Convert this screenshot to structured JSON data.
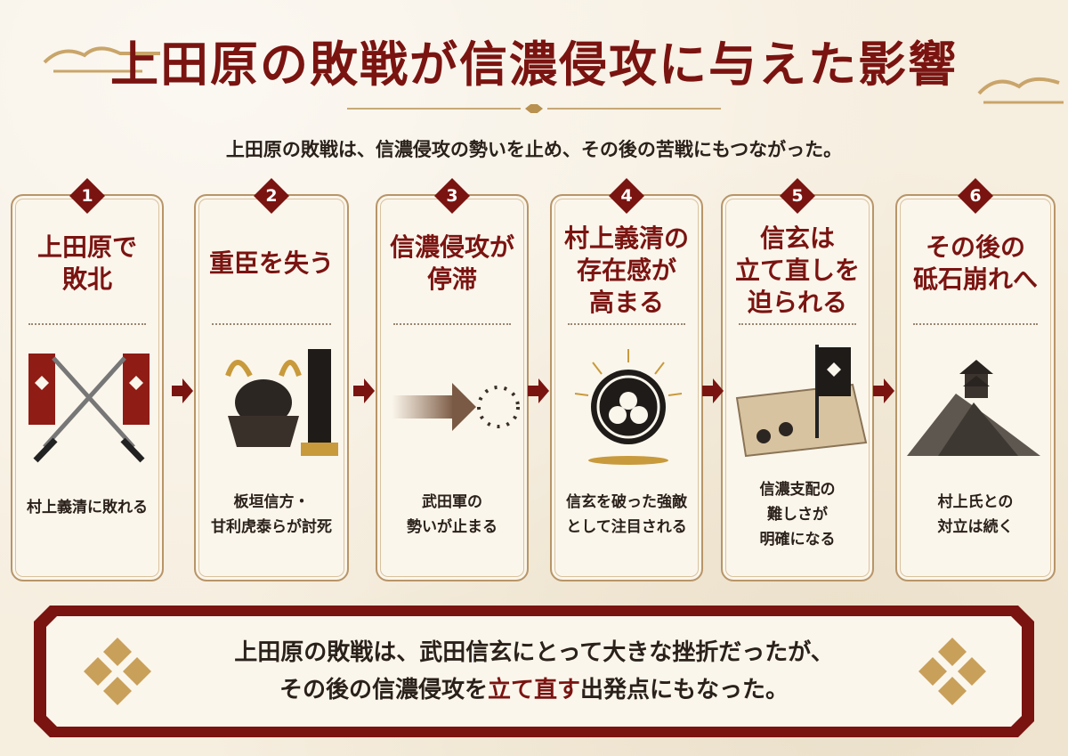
{
  "title": "上田原の敗戦が信濃侵攻に与えた影響",
  "subtitle": "上田原の敗戦は、信濃侵攻の勢いを止め、その後の苦戦にもつながった。",
  "steps": [
    {
      "num": "1",
      "title": "上田原で\n敗北",
      "desc": "村上義清に敗れる",
      "icon": "crossed-swords-banners-icon"
    },
    {
      "num": "2",
      "title": "重臣を失う",
      "desc": "板垣信方・\n甘利虎泰らが討死",
      "icon": "kabuto-helmet-memorial-icon"
    },
    {
      "num": "3",
      "title": "信濃侵攻が\n停滞",
      "desc": "武田軍の\n勢いが止まる",
      "icon": "halted-arrow-icon"
    },
    {
      "num": "4",
      "title": "村上義清の\n存在感が\n高まる",
      "desc": "信玄を破った強敵\nとして注目される",
      "icon": "family-crest-icon"
    },
    {
      "num": "5",
      "title": "信玄は\n立て直しを\n迫られる",
      "desc": "信濃支配の\n難しさが\n明確になる",
      "icon": "war-map-flag-icon"
    },
    {
      "num": "6",
      "title": "その後の\n砥石崩れへ",
      "desc": "村上氏との\n対立は続く",
      "icon": "castle-mountain-icon"
    }
  ],
  "summary": {
    "line1": "上田原の敗戦は、武田信玄にとって大きな挫折だったが、",
    "line2_pre": "その後の信濃侵攻を",
    "line2_hl1": "立て直す",
    "line2_mid": "出発点",
    "line2_post": "にもなった。"
  },
  "colors": {
    "accent": "#7a1411",
    "gold": "#b8904f",
    "paper": "#fbf6ec"
  }
}
